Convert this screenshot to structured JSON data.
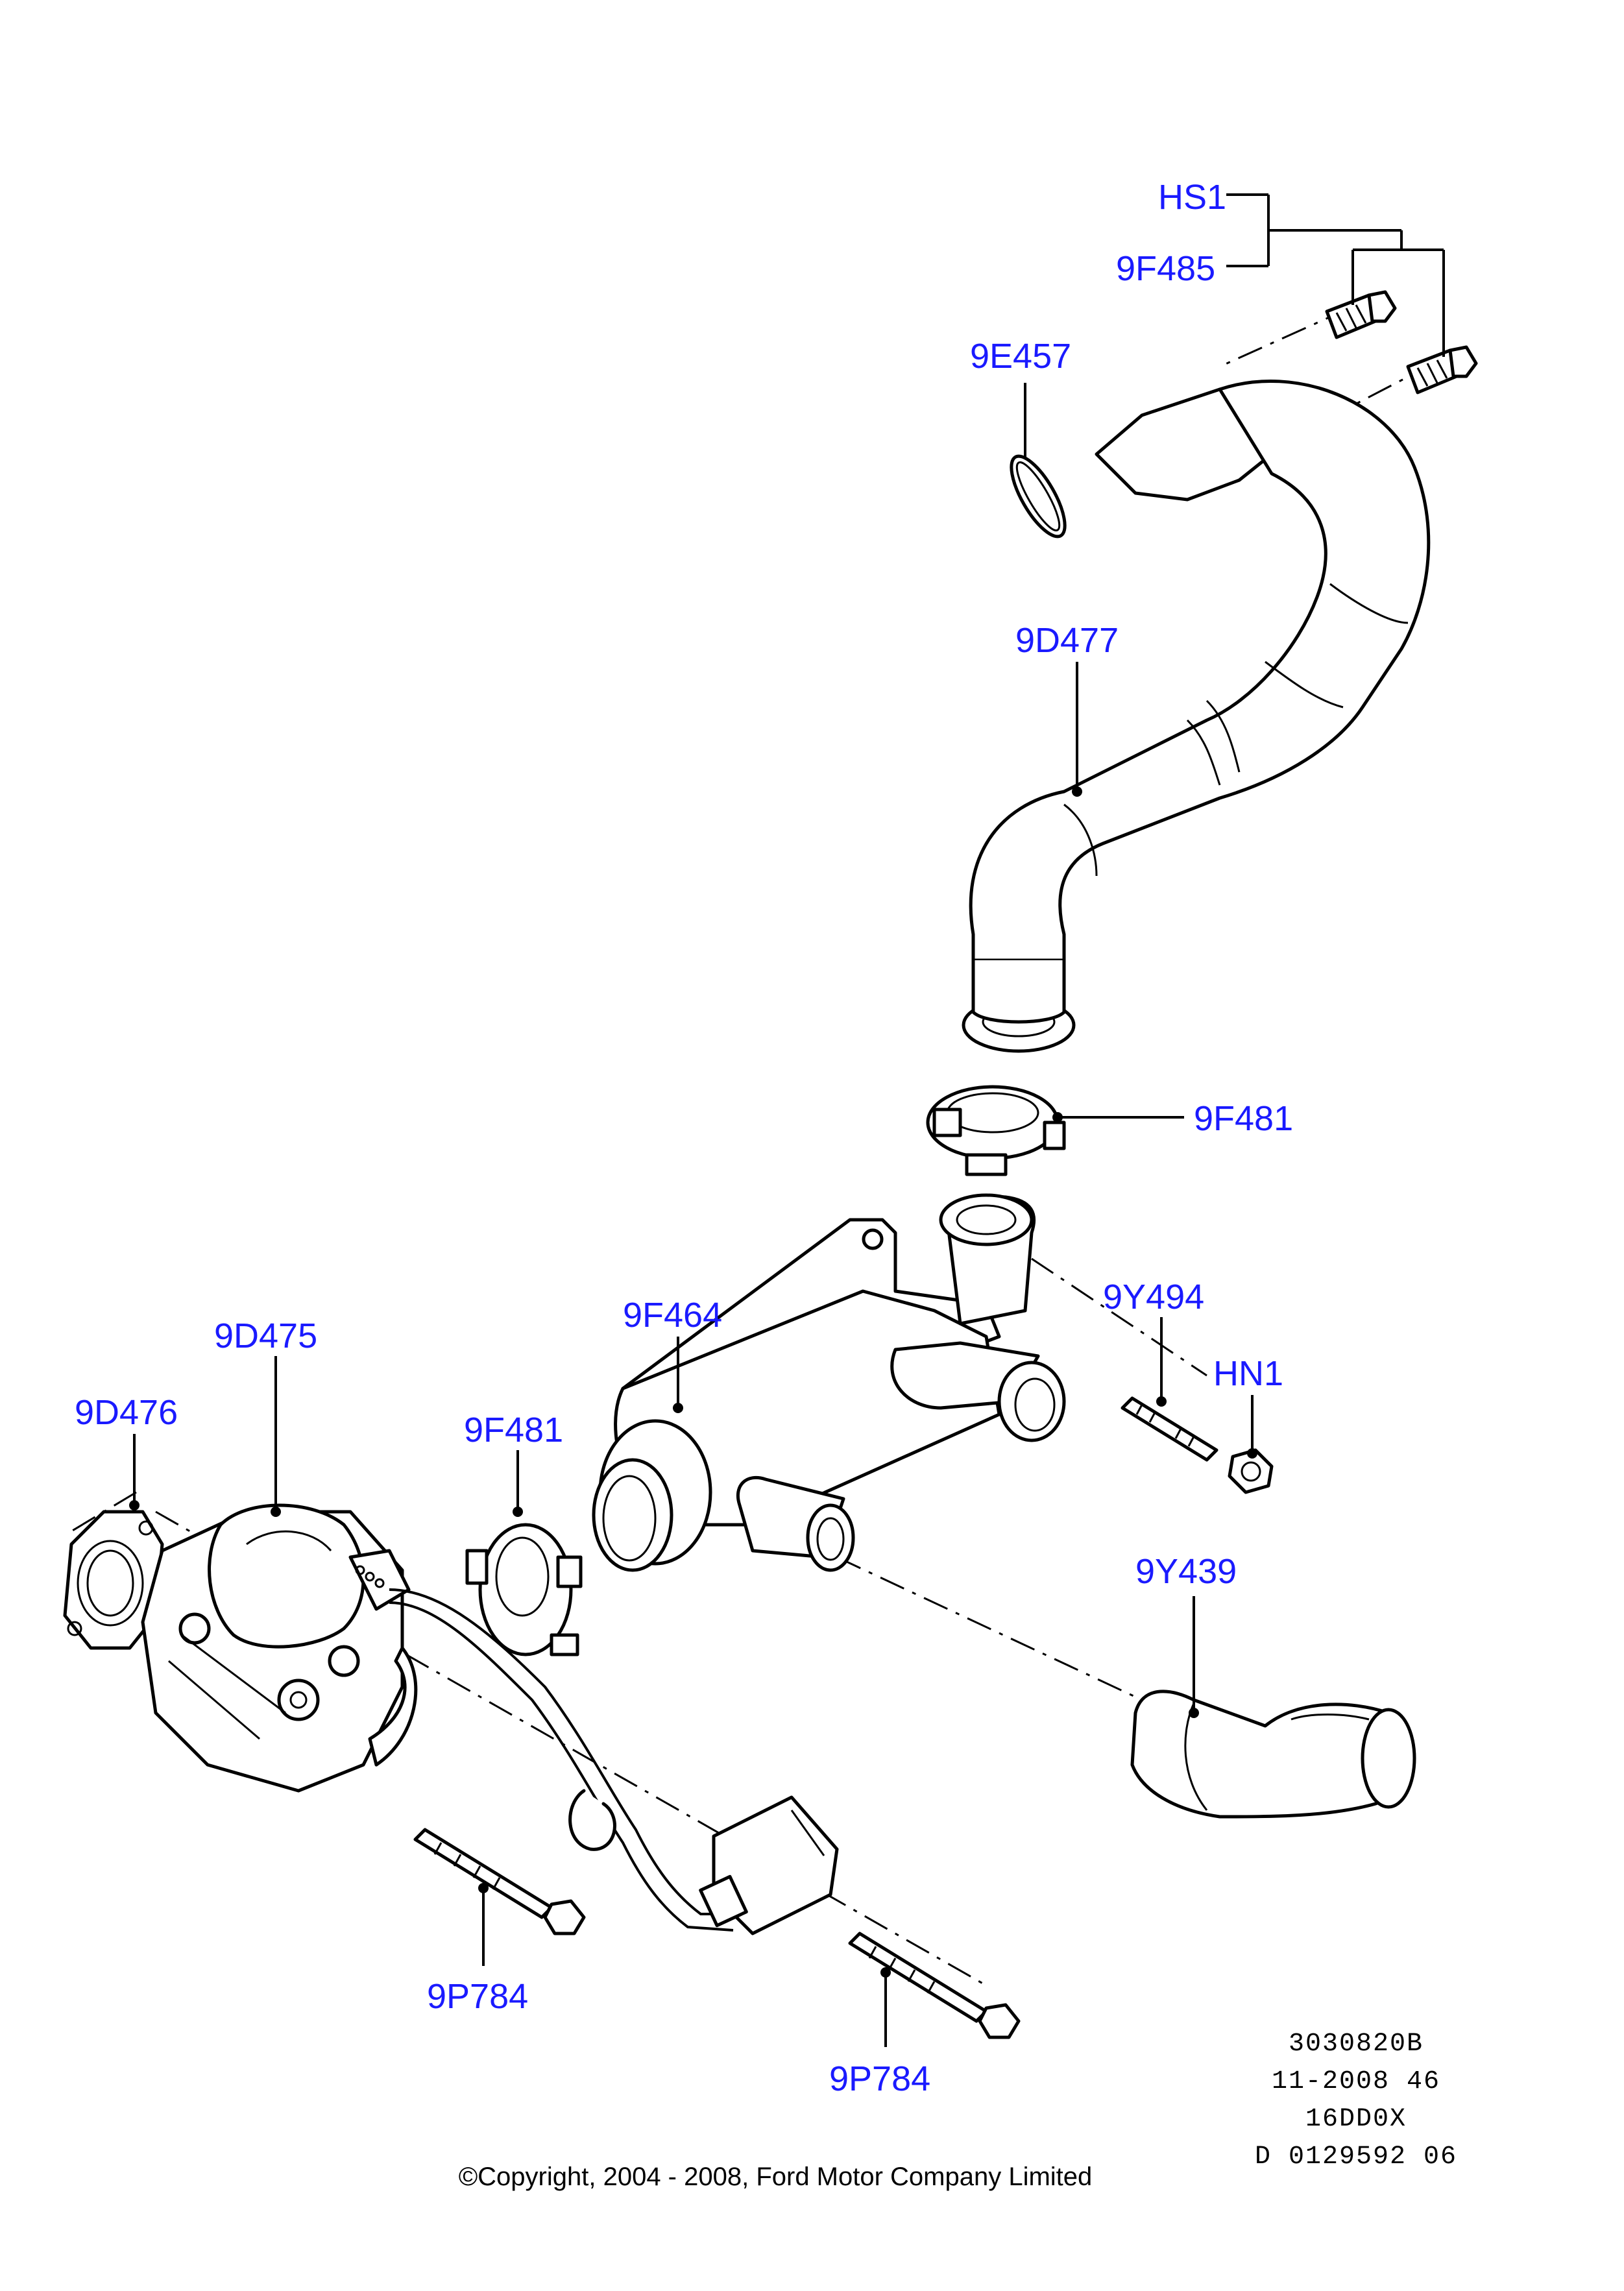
{
  "callouts": {
    "hs1": "HS1",
    "9f485": "9F485",
    "9e457": "9E457",
    "9d477": "9D477",
    "9f481_top": "9F481",
    "9y494": "9Y494",
    "hn1": "HN1",
    "9f464": "9F464",
    "9d475": "9D475",
    "9d476": "9D476",
    "9f481_mid": "9F481",
    "9y439": "9Y439",
    "9p784_left": "9P784",
    "9p784_right": "9P784"
  },
  "reference": {
    "line1": "3030820B",
    "line2": "11-2008 46",
    "line3": "16DD0X",
    "line4": "D 0129592 06"
  },
  "copyright": "©Copyright, 2004 - 2008, Ford Motor Company Limited",
  "colors": {
    "callout": "#1a1aff",
    "line": "#000000",
    "background": "#ffffff"
  }
}
